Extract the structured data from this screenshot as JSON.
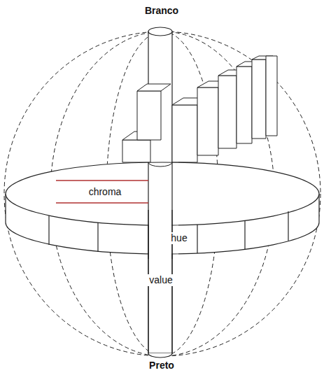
{
  "diagram": {
    "labels": [
      "Branco",
      "chroma",
      "hue",
      "value",
      "Preto"
    ]
  }
}
